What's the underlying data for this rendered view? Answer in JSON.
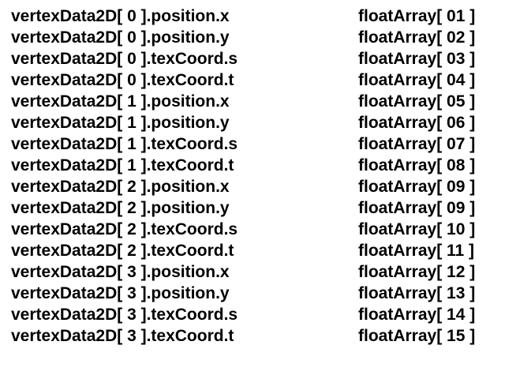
{
  "rows": [
    {
      "source": "vertexData2D[ 0 ].position.x",
      "target": "floatArray[ 01 ]"
    },
    {
      "source": "vertexData2D[ 0 ].position.y",
      "target": "floatArray[ 02 ]"
    },
    {
      "source": "vertexData2D[ 0 ].texCoord.s",
      "target": "floatArray[ 03 ]"
    },
    {
      "source": "vertexData2D[ 0 ].texCoord.t",
      "target": "floatArray[ 04 ]"
    },
    {
      "source": "vertexData2D[ 1 ].position.x",
      "target": "floatArray[ 05 ]"
    },
    {
      "source": "vertexData2D[ 1 ].position.y",
      "target": "floatArray[ 06 ]"
    },
    {
      "source": "vertexData2D[ 1 ].texCoord.s",
      "target": "floatArray[ 07 ]"
    },
    {
      "source": "vertexData2D[ 1 ].texCoord.t",
      "target": "floatArray[ 08 ]"
    },
    {
      "source": "vertexData2D[ 2 ].position.x",
      "target": "floatArray[ 09 ]"
    },
    {
      "source": "vertexData2D[ 2 ].position.y",
      "target": "floatArray[ 09 ]"
    },
    {
      "source": "vertexData2D[ 2 ].texCoord.s",
      "target": "floatArray[ 10 ]"
    },
    {
      "source": "vertexData2D[ 2 ].texCoord.t",
      "target": "floatArray[ 11 ]"
    },
    {
      "source": "vertexData2D[ 3 ].position.x",
      "target": "floatArray[ 12 ]"
    },
    {
      "source": "vertexData2D[ 3 ].position.y",
      "target": "floatArray[ 13 ]"
    },
    {
      "source": "vertexData2D[ 3 ].texCoord.s",
      "target": "floatArray[ 14 ]"
    },
    {
      "source": "vertexData2D[ 3 ].texCoord.t",
      "target": "floatArray[ 15 ]"
    }
  ]
}
